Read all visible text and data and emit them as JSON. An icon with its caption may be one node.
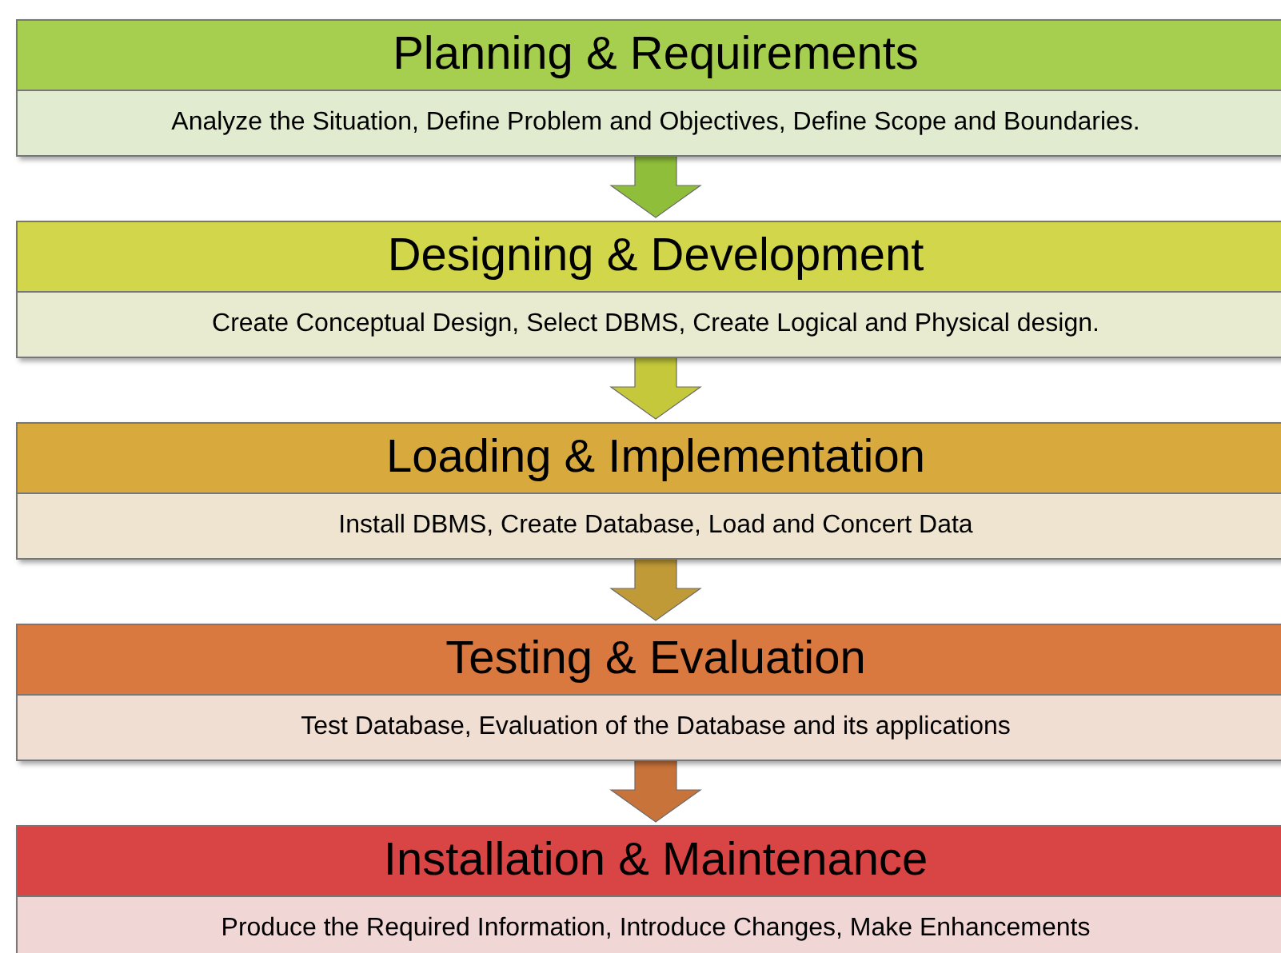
{
  "diagram": {
    "nodes": [
      {
        "text": [
          "Planning & Requirements",
          "Analyze the Situation, Define Problem and Objectives, Define Scope and Boundaries."
        ]
      },
      {
        "text": [
          "Designing & Development",
          "Create Conceptual Design, Select DBMS, Create Logical and Physical design."
        ]
      },
      {
        "text": [
          "Loading & Implementation",
          "Install DBMS, Create Database, Load and Concert Data"
        ]
      },
      {
        "text": [
          "Testing & Evaluation",
          "Test Database, Evaluation of the Database and its applications"
        ]
      },
      {
        "text": [
          "Installation & Maintenance",
          "Produce the Required Information, Introduce Changes, Make Enhancements"
        ]
      }
    ],
    "edges": [
      {
        "from": 0,
        "to": 1,
        "arrow": "to",
        "style": "thick",
        "color": "#8fbf3a"
      },
      {
        "from": 1,
        "to": 2,
        "arrow": "to",
        "style": "thick",
        "color": "#c4c83a"
      },
      {
        "from": 2,
        "to": 3,
        "arrow": "to",
        "style": "thick",
        "color": "#c09a36"
      },
      {
        "from": 3,
        "to": 4,
        "arrow": "to",
        "style": "thick",
        "color": "#c8733a"
      }
    ]
  }
}
